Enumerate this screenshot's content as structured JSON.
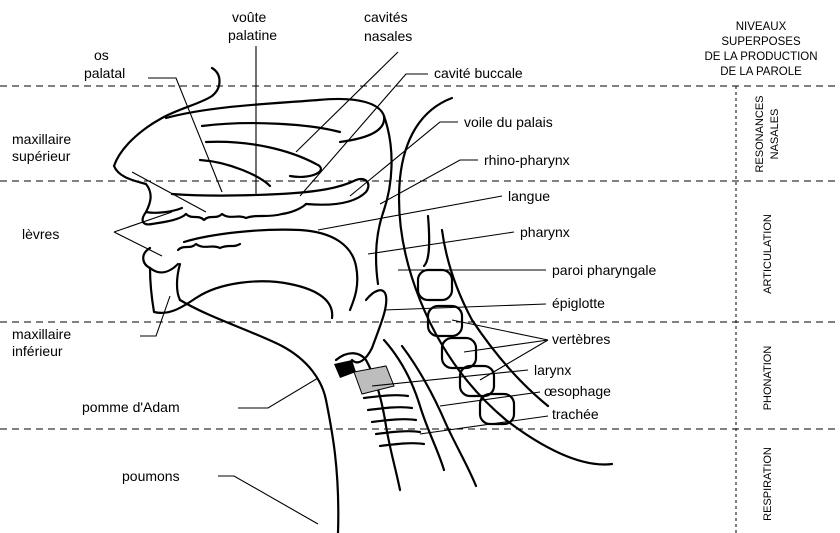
{
  "header": {
    "line1": "NIVEAUX",
    "line2": "SUPERPOSES",
    "line3": "DE LA PRODUCTION",
    "line4": "DE LA PAROLE"
  },
  "levels": {
    "resonances_line1": "RESONANCES",
    "resonances_line2": "NASALES",
    "articulation": "ARTICULATION",
    "phonation": "PHONATION",
    "respiration": "RESPIRATION"
  },
  "labels": {
    "voute_line1": "voûte",
    "voute_line2": "palatine",
    "cavites_line1": "cavités",
    "cavites_line2": "nasales",
    "os_line1": "os",
    "os_line2": "palatal",
    "cavite_buccale": "cavité buccale",
    "maxsup_line1": "maxillaire",
    "maxsup_line2": "supérieur",
    "voile_du_palais": "voile du palais",
    "rhino_pharynx": "rhino-pharynx",
    "langue": "langue",
    "levres": "lèvres",
    "pharynx": "pharynx",
    "paroi_pharyngale": "paroi pharyngale",
    "epiglotte": "épiglotte",
    "maxinf_line1": "maxillaire",
    "maxinf_line2": "inférieur",
    "vertebres": "vertèbres",
    "larynx": "larynx",
    "oesophage": "œsophage",
    "pomme_adam": "pomme d'Adam",
    "trachee": "trachée",
    "poumons": "poumons"
  }
}
